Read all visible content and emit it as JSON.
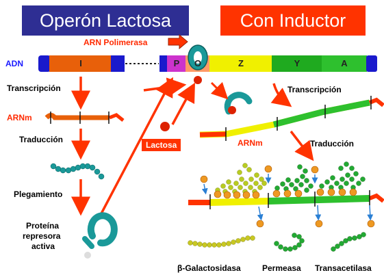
{
  "title_left": "Operón Lactosa",
  "title_right": "Con Inductor",
  "polymerase_label": "ARN Polimerasa",
  "dna_label": "ADN",
  "genes": {
    "i": "I",
    "p": "P",
    "o": "O",
    "z": "Z",
    "y": "Y",
    "a": "A"
  },
  "left_steps": {
    "transcription": "Transcripción",
    "mrna": "ARNm",
    "translation": "Traducción",
    "folding": "Plegamiento",
    "protein": [
      "Proteína",
      "represora",
      "activa"
    ]
  },
  "lactose_label": "Lactosa",
  "right_steps": {
    "transcription": "Transcripción",
    "mrna": "ARNm",
    "translation": "Traducción"
  },
  "enzymes": {
    "galactosidase": "β-Galactosidasa",
    "permease": "Permeasa",
    "transacetylase": "Transacetilasa"
  },
  "colors": {
    "title_blue": "#2e2e93",
    "title_red": "#ff3300",
    "dna_blue": "#1a1acc",
    "gene_i": "#e8600a",
    "gene_p": "#cc33cc",
    "gene_o": "#ff9966",
    "gene_z": "#f0f000",
    "gene_y": "#1faa1f",
    "gene_a": "#2ec02e",
    "arrow_red": "#ff3300",
    "repressor_teal": "#1a9999"
  }
}
